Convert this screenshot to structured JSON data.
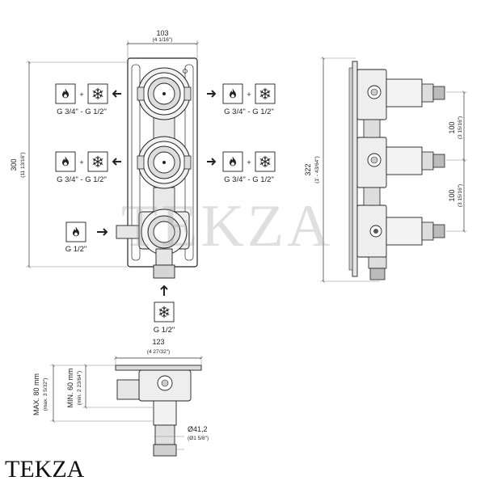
{
  "brand": "TEKZA",
  "watermark": "TEKZA",
  "front_view": {
    "width_mm": "103",
    "width_in": "(4 1/16\")",
    "height_mm": "300",
    "height_in": "(11 13/16\")",
    "ports": {
      "top_left": "G 3/4\" - G 1/2\"",
      "top_right": "G 3/4\" - G 1/2\"",
      "mid_left": "G 3/4\" - G 1/2\"",
      "mid_right": "G 3/4\" - G 1/2\"",
      "hot_inlet": "G 1/2\"",
      "cold_inlet": "G 1/2\""
    },
    "plus": "+"
  },
  "side_view": {
    "height_mm": "322",
    "height_in": "(1' - 43/64\")",
    "spacing1_mm": "100",
    "spacing1_in": "(3 15/16\")",
    "spacing2_mm": "100",
    "spacing2_in": "(3 15/16\")"
  },
  "top_view": {
    "width_mm": "123",
    "width_in": "(4 27/32\")",
    "max_depth": "MAX. 80 mm",
    "max_depth_in": "(max. 3 5/32\")",
    "min_depth": "MIN. 60 mm",
    "min_depth_in": "(min. 2 23/64\")",
    "diameter": "Ø41,2",
    "diameter_in": "(Ø1 5/8\")"
  },
  "icons": [
    "flame-icon",
    "snowflake-icon",
    "arrow-icon"
  ]
}
